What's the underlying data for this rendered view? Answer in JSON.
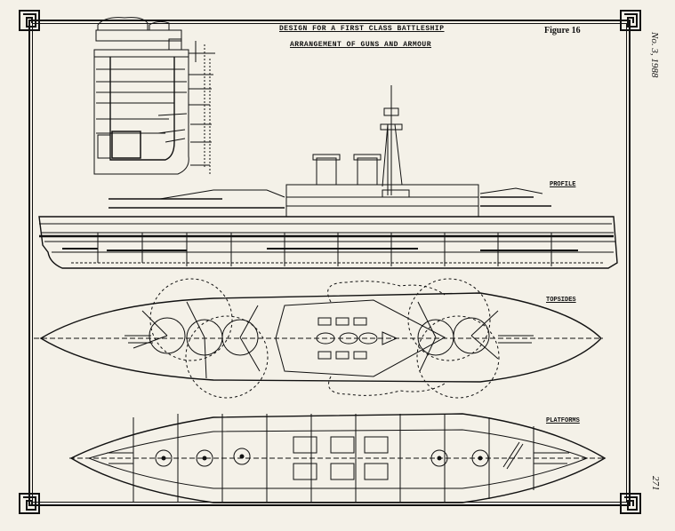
{
  "header": {
    "title_line1": "DESIGN FOR A FIRST CLASS BATTLESHIP",
    "title_line2": "ARRANGEMENT OF GUNS AND ARMOUR",
    "figure_label": "Figure 16"
  },
  "sections": {
    "profile": "PROFILE",
    "topsides": "TOPSIDES",
    "platforms": "PLATFORMS"
  },
  "margin": {
    "journal_issue": "No. 3, 1988",
    "page_number": "271"
  },
  "colors": {
    "paper": "#f4f1e8",
    "ink": "#111111"
  },
  "icons": [
    "greek-key-corner-icon"
  ]
}
